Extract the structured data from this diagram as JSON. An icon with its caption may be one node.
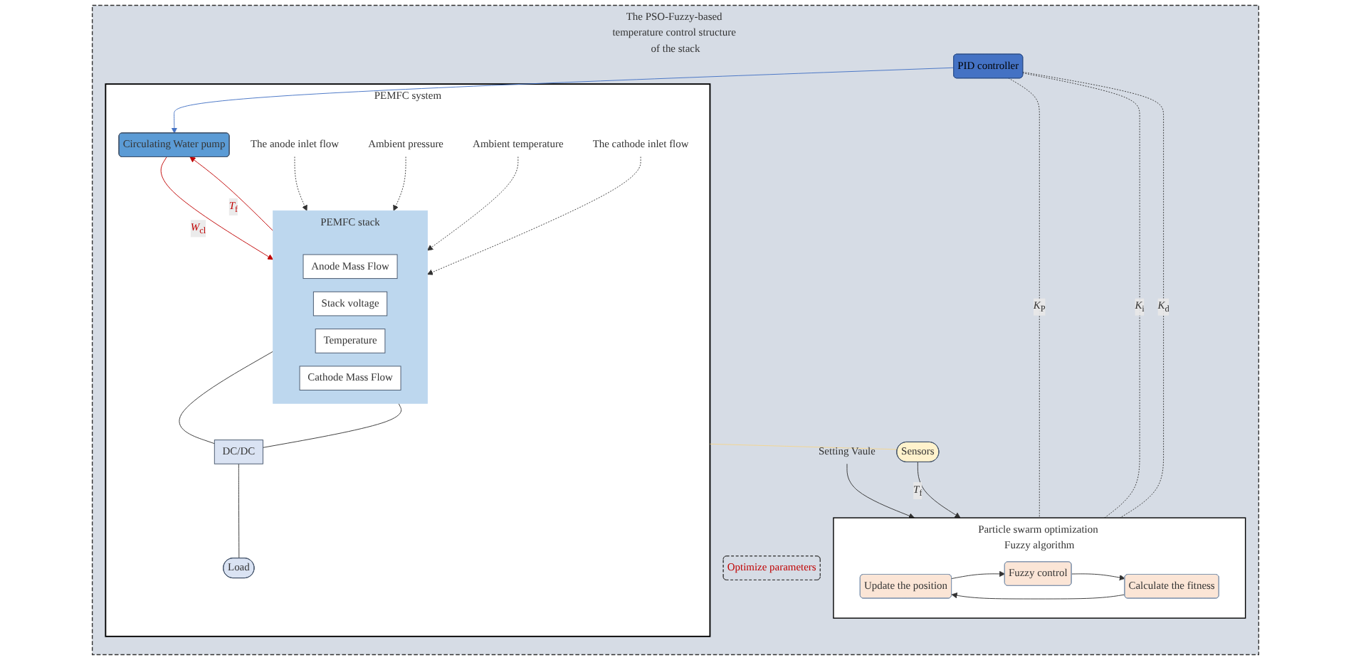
{
  "diagram": {
    "nodes": [
      {
        "text": [
          "The PSO-Fuzzy-based temperature control structure of the stack"
        ]
      },
      {
        "text": [
          "PEMFC system"
        ],
        "in": 0
      },
      {
        "text": [
          "PEMFC stack"
        ],
        "in": 1
      },
      {
        "text": [
          "Anode Mass Flow"
        ],
        "in": 2
      },
      {
        "text": [
          "Stack voltage"
        ],
        "in": 2
      },
      {
        "text": [
          "Temperature"
        ],
        "in": 2
      },
      {
        "text": [
          "Cathode Mass Flow"
        ],
        "in": 2
      },
      {
        "text": [
          "The anode inlet flow"
        ],
        "in": 1
      },
      {
        "text": [
          "Ambient pressure"
        ],
        "in": 1
      },
      {
        "text": [
          "Ambient temperature"
        ],
        "in": 1
      },
      {
        "text": [
          "The cathode inlet flow"
        ],
        "in": 1
      },
      {
        "text": [
          "Circulating Water pump"
        ],
        "in": 1
      },
      {
        "text": [
          "DC/DC"
        ],
        "in": 1
      },
      {
        "text": [
          "Load"
        ],
        "in": 1
      },
      {
        "text": [
          "PID controller"
        ],
        "in": 0
      },
      {
        "text": [
          "Optimize parameters"
        ],
        "in": 0
      },
      {
        "text": [
          "Sensors"
        ],
        "in": 0
      },
      {
        "text": [
          "Particle swarm optimization Fuzzy algorithm"
        ],
        "in": 0
      },
      {
        "text": [
          "Update the position"
        ],
        "in": 17
      },
      {
        "text": [
          "Fuzzy control"
        ],
        "in": 17
      },
      {
        "text": [
          "Calculate the fitness"
        ],
        "in": 17
      },
      {
        "text": [
          "Setting Vaule"
        ],
        "in": 0
      }
    ],
    "edges": [
      {
        "from": 7,
        "to": 2,
        "arrow": "to",
        "style": "dashed"
      },
      {
        "from": 8,
        "to": 2,
        "arrow": "to",
        "style": "dashed"
      },
      {
        "from": 9,
        "to": 2,
        "arrow": "to",
        "style": "dashed"
      },
      {
        "from": 10,
        "to": 2,
        "arrow": "to",
        "style": "dashed"
      },
      {
        "from": 11,
        "to": 2,
        "arrow": "to",
        "label": "*W*$_{cl}$",
        "color": "#c00000"
      },
      {
        "from": 2,
        "to": 11,
        "arrow": "to",
        "label": "*T*$_{f}$",
        "color": "#c00000"
      },
      {
        "from": 14,
        "to": 11,
        "arrow": "to",
        "color": "#4472c4"
      },
      {
        "from": 2,
        "to": 12,
        "arrow": "none"
      },
      {
        "from": 2,
        "to": 12,
        "arrow": "none"
      },
      {
        "from": 12,
        "to": 13,
        "arrow": "none"
      },
      {
        "from": 1,
        "to": 16,
        "arrow": "none",
        "color": "#f4d58d"
      },
      {
        "from": 16,
        "to": 17,
        "arrow": "to",
        "label": "*T*$_{f}$"
      },
      {
        "from": 21,
        "to": 17,
        "arrow": "to"
      },
      {
        "from": 14,
        "to": 17,
        "arrow": "none",
        "style": "dashed",
        "label": "*K*$_{P}$"
      },
      {
        "from": 14,
        "to": 17,
        "arrow": "none",
        "style": "dashed",
        "label": "*K*$_{i}$"
      },
      {
        "from": 14,
        "to": 17,
        "arrow": "none",
        "style": "dashed",
        "label": "*K*$_{d}$"
      },
      {
        "from": 19,
        "to": 20,
        "arrow": "to"
      },
      {
        "from": 20,
        "to": 18,
        "arrow": "to"
      },
      {
        "from": 18,
        "to": 19,
        "arrow": "to"
      }
    ]
  }
}
